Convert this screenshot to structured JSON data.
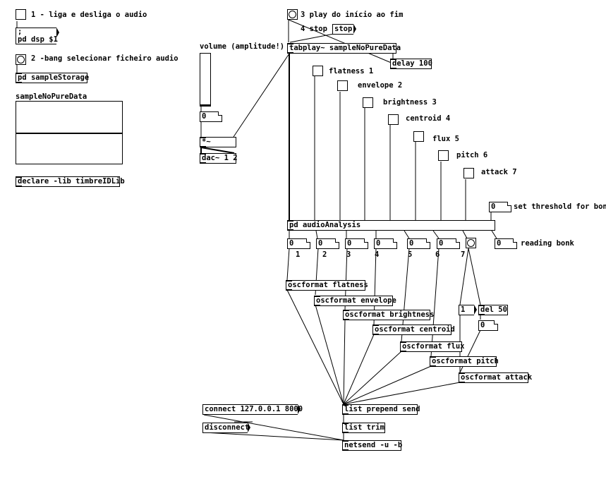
{
  "comments": {
    "c1": "1 - liga e desliga o audio",
    "c2": "2 -bang selecionar ficheiro audio",
    "c3": "3 play do início ao fim",
    "c4": "4 stop",
    "volume": "volume (amplitude!)",
    "array_name": "sampleNoPureData",
    "flatness": "flatness 1",
    "envelope": "envelope 2",
    "brightness": "brightness 3",
    "centroid": "centroid 4",
    "flux": "flux 5",
    "pitch": "pitch 6",
    "attack": "attack 7",
    "threshold": "set threshold for bonk",
    "reading": "reading bonk",
    "n1": "1",
    "n2": "2",
    "n3": "3",
    "n4": "4",
    "n5": "5",
    "n6": "6",
    "n7": "7"
  },
  "objects": {
    "dsp_msg_line1": ";",
    "dsp_msg_line2": "pd dsp $1",
    "sample_storage": "pd sampleStorage",
    "declare": "declare -lib timbreIDLib",
    "stop": "stop",
    "tabplay": "tabplay~ sampleNoPureData",
    "delay": "delay 100",
    "times": "*~",
    "dac": "dac~ 1 2",
    "audio_analysis": "pd audioAnalysis",
    "osc_flatness": "oscformat flatness",
    "osc_envelope": "oscformat envelope",
    "osc_brightness": "oscformat brightness",
    "osc_centroid": "oscformat centroid",
    "osc_flux": "oscformat flux",
    "osc_pitch": "oscformat pitch",
    "osc_attack": "oscformat attack",
    "msg_one": "1",
    "del50": "del 50",
    "list_prepend": "list prepend send",
    "list_trim": "list trim",
    "netsend": "netsend -u -b",
    "connect": "connect 127.0.0.1 8000",
    "disconnect": "disconnect"
  },
  "numbers": {
    "volume_val": "0",
    "threshold_val": "0",
    "out1": "0",
    "out2": "0",
    "out3": "0",
    "out4": "0",
    "out5": "0",
    "out6": "0",
    "reading_val": "0",
    "del_out": "0"
  }
}
